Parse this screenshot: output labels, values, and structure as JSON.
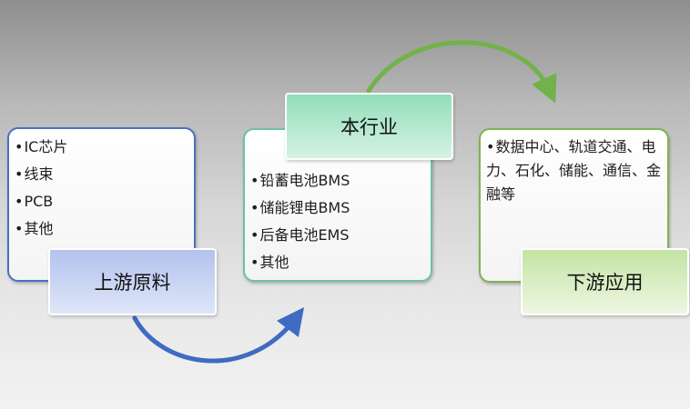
{
  "upstream": {
    "title": "上游原料",
    "items": [
      "IC芯片",
      "线束",
      "PCB",
      "其他"
    ]
  },
  "midstream": {
    "title": "本行业",
    "items": [
      "铅蓄电池BMS",
      "储能锂电BMS",
      "后备电池EMS",
      "其他"
    ]
  },
  "downstream": {
    "title": "下游应用",
    "description": "数据中心、轨道交通、电力、石化、储能、通信、金融等"
  },
  "colors": {
    "upstream_border": "#4a6fbf",
    "midstream_border": "#6fc1a0",
    "downstream_border": "#7fb352",
    "arrow_blue": "#3f6bc2",
    "arrow_green": "#72b24a"
  }
}
